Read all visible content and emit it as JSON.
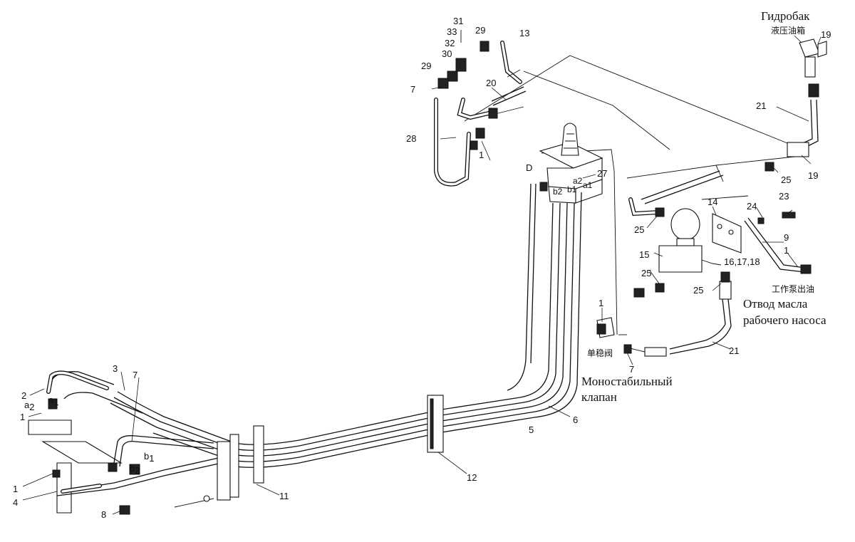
{
  "captions": {
    "hydro_tank_ru": "Гидробак",
    "hydro_tank_cn": "液压油箱",
    "pump_cn": "工作泵出油",
    "pump_ru_line1": "Отвод масла",
    "pump_ru_line2": "рабочего насоса",
    "valve_cn": "单稳阀",
    "valve_ru_line1": "Моностабильный",
    "valve_ru_line2": "клапан"
  },
  "ports": {
    "D": "D",
    "b2_top": "b2",
    "b1_top": "b1",
    "a2_top": "a2",
    "a1_top": "a1",
    "a1_bottom": "a",
    "a1_sub": "1",
    "a2_bottom": "a",
    "a2_sub": "2",
    "b1_bottom": "b",
    "b1_sub": "1",
    "b2_bottom": "b",
    "b2_sub": "2"
  },
  "callouts": {
    "c31": "31",
    "c33": "33",
    "c32": "32",
    "c30": "30",
    "c29a": "29",
    "c29b": "29",
    "c13": "13",
    "c7a": "7",
    "c20": "20",
    "c28": "28",
    "c1a": "1",
    "c27": "27",
    "c19a": "19",
    "c19b": "19",
    "c21a": "21",
    "c25a": "25",
    "c23": "23",
    "c24": "24",
    "c14": "14",
    "c9": "9",
    "c1b": "1",
    "c25b": "25",
    "c15": "15",
    "c25c": "25",
    "c16": "16,17,18",
    "c25d": "25",
    "c1c": "1",
    "c7b": "7",
    "c21b": "21",
    "c6": "6",
    "c5": "5",
    "c12": "12",
    "c11": "11",
    "c3": "3",
    "c7c": "7",
    "c2": "2",
    "c1d": "1",
    "c1e": "1",
    "c4": "4",
    "c8": "8"
  }
}
